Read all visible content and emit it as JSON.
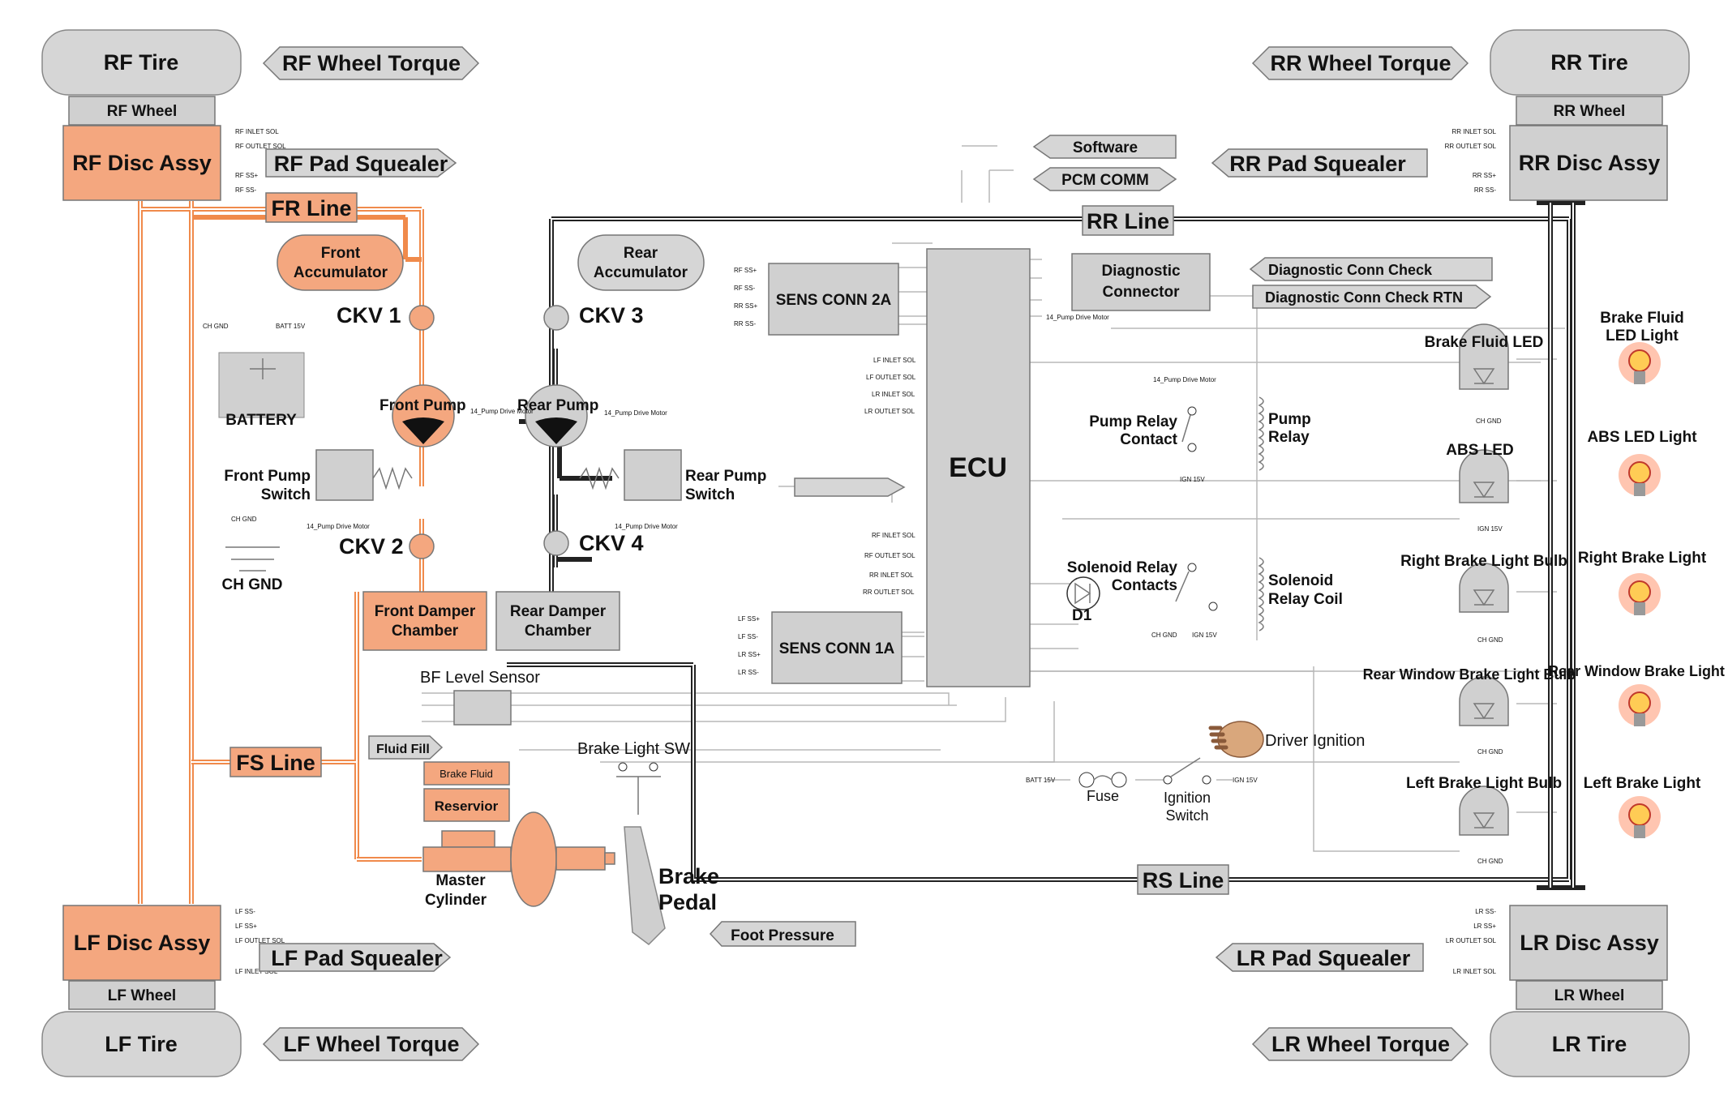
{
  "colors": {
    "hydraulic_line": "#f08a4b",
    "component_fill": "#f4a77f",
    "module_fill": "#d0d0d0",
    "lamp_glow": "#ff5a1e"
  },
  "wheels": {
    "rf": {
      "tire": "RF Tire",
      "wheel": "RF Wheel",
      "disc": "RF Disc Assy",
      "torque": "RF Wheel Torque",
      "squealer": "RF Pad Squealer",
      "ports": [
        "RF INLET SOL",
        "RF OUTLET SOL",
        "RF SS+",
        "RF SS-"
      ]
    },
    "rr": {
      "tire": "RR Tire",
      "wheel": "RR Wheel",
      "disc": "RR Disc Assy",
      "torque": "RR Wheel Torque",
      "squealer": "RR Pad Squealer",
      "ports": [
        "RR INLET SOL",
        "RR OUTLET SOL",
        "RR SS+",
        "RR SS-"
      ]
    },
    "lf": {
      "tire": "LF Tire",
      "wheel": "LF Wheel",
      "disc": "LF Disc Assy",
      "torque": "LF Wheel Torque",
      "squealer": "LF Pad Squealer",
      "ports": [
        "LF SS-",
        "LF SS+",
        "LF OUTLET SOL",
        "LF INLET SOL"
      ]
    },
    "lr": {
      "tire": "LR Tire",
      "wheel": "LR Wheel",
      "disc": "LR Disc Assy",
      "torque": "LR Wheel Torque",
      "squealer": "LR Pad Squealer",
      "ports": [
        "LR SS-",
        "LR SS+",
        "LR OUTLET SOL",
        "LR INLET SOL"
      ]
    }
  },
  "lines": {
    "fr": "FR Line",
    "rr": "RR Line",
    "fs": "FS Line",
    "rs": "RS Line"
  },
  "hydraulics": {
    "front_accumulator": [
      "Front",
      "Accumulator"
    ],
    "rear_accumulator": [
      "Rear",
      "Accumulator"
    ],
    "ckv1": "CKV 1",
    "ckv2": "CKV 2",
    "ckv3": "CKV 3",
    "ckv4": "CKV 4",
    "front_pump": "Front Pump",
    "rear_pump": "Rear Pump",
    "front_pump_switch": [
      "Front Pump",
      "Switch"
    ],
    "rear_pump_switch": [
      "Rear Pump",
      "Switch"
    ],
    "front_damper": [
      "Front Damper",
      "Chamber"
    ],
    "rear_damper": [
      "Rear Damper",
      "Chamber"
    ],
    "master_cylinder": [
      "Master",
      "Cylinder"
    ],
    "brake_pedal": [
      "Brake",
      "Pedal"
    ],
    "foot_pressure": "Foot Pressure",
    "brake_fluid": "Brake Fluid",
    "reservoir": "Reservior",
    "fluid_fill": "Fluid Fill",
    "bf_level_sensor": "BF Level Sensor",
    "brake_light_sw": "Brake Light SW"
  },
  "power": {
    "battery": "BATTERY",
    "ch_gnd": "CH GND",
    "small_ch_gnd": "CH GND",
    "batt_15v": "BATT 15V",
    "motor_tag": "14_Pump Drive Motor",
    "gnd_tag": "CH GND",
    "ign_tag": "IGN 15V"
  },
  "ecu": {
    "label": "ECU",
    "sens_conn_2a": "SENS CONN 2A",
    "sens_conn_1a": "SENS CONN 1A",
    "conn2a_pins": [
      "RF SS+",
      "RF SS-",
      "RR SS+",
      "RR SS-"
    ],
    "conn1a_pins": [
      "LF SS+",
      "LF SS-",
      "LR SS+",
      "LR SS-"
    ],
    "left_pins_top": [
      "LF INLET SOL",
      "LF OUTLET SOL",
      "LR INLET SOL",
      "LR OUTLET SOL"
    ],
    "left_pins_bottom": [
      "RF INLET SOL",
      "RF OUTLET SOL",
      "RR INLET SOL",
      "RR OUTLET SOL"
    ],
    "software": "Software",
    "pcm_comm": "PCM COMM",
    "diagnostic_connector": [
      "Diagnostic",
      "Connector"
    ],
    "diag_check": "Diagnostic Conn Check",
    "diag_check_rtn": "Diagnostic Conn Check RTN"
  },
  "relays": {
    "pump_relay_contact": [
      "Pump Relay",
      "Contact"
    ],
    "pump_relay": [
      "Pump",
      "Relay"
    ],
    "solenoid_relay_contacts": [
      "Solenoid Relay",
      "Contacts"
    ],
    "solenoid_relay_coil": [
      "Solenoid",
      "Relay Coil"
    ],
    "d1": "D1",
    "fuse": "Fuse",
    "ignition_switch": [
      "Ignition",
      "Switch"
    ],
    "driver_ignition": "Driver Ignition"
  },
  "lamps": [
    {
      "led": "Brake Fluid LED",
      "light": [
        "Brake Fluid",
        "LED Light"
      ]
    },
    {
      "led": "ABS LED",
      "light": [
        "ABS LED Light"
      ]
    },
    {
      "led": "Right Brake Light Bulb",
      "light": [
        "Right Brake Light"
      ]
    },
    {
      "led": "Rear Window Brake Light Bulb",
      "light": [
        "Rear Window Brake Light"
      ]
    },
    {
      "led": "Left Brake Light Bulb",
      "light": [
        "Left Brake Light"
      ]
    }
  ]
}
